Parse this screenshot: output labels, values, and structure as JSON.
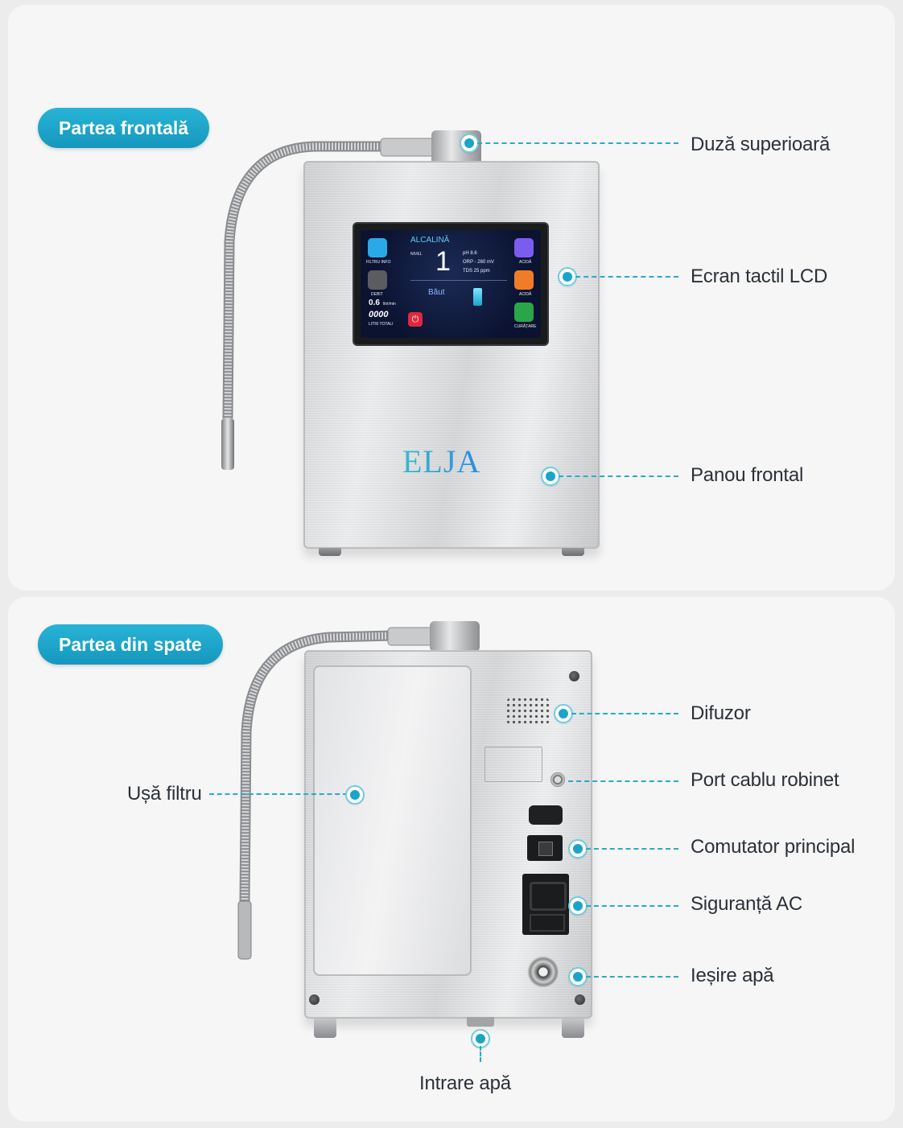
{
  "front": {
    "title": "Partea frontală",
    "callouts": {
      "nozzle": "Duză superioară",
      "lcd": "Ecran tactil LCD",
      "panel": "Panou frontal"
    },
    "brand": "ELJA",
    "screen": {
      "mode": "ALCALINĂ",
      "level_label": "NIVEL",
      "level_value": "1",
      "ph": "pH 8.6",
      "orp": "ORP - 260 mV",
      "tds": "TDS 25 ppm",
      "status": "Băut",
      "left_icon_1": "FILTRU INFO",
      "left_icon_2": "DEBIT",
      "flow_value": "0.6",
      "flow_unit": "litri/min",
      "total_value": "0000",
      "total_label": "LITRI TOTALI",
      "right_icon_1": "ACIDĂ",
      "right_icon_2": "ACIDĂ",
      "right_icon_3": "CURĂȚARE",
      "colors": {
        "mode": "#59d2ff",
        "status": "#8fb4ff",
        "power": "#e0283c",
        "icon_blue": "#2aa9e8",
        "icon_purple": "#7a5cf0",
        "icon_orange": "#f07c28",
        "icon_green": "#2aa54a"
      }
    }
  },
  "back": {
    "title": "Partea din spate",
    "callouts": {
      "filter_door": "Ușă filtru",
      "speaker": "Difuzor",
      "faucet_port": "Port cablu robinet",
      "main_switch": "Comutator principal",
      "ac_fuse": "Siguranță AC",
      "water_out": "Ieșire apă",
      "water_in": "Intrare apă"
    }
  },
  "colors": {
    "accent": "#1ba3c9",
    "text": "#2a3138",
    "panel_bg": "#f6f6f6"
  }
}
